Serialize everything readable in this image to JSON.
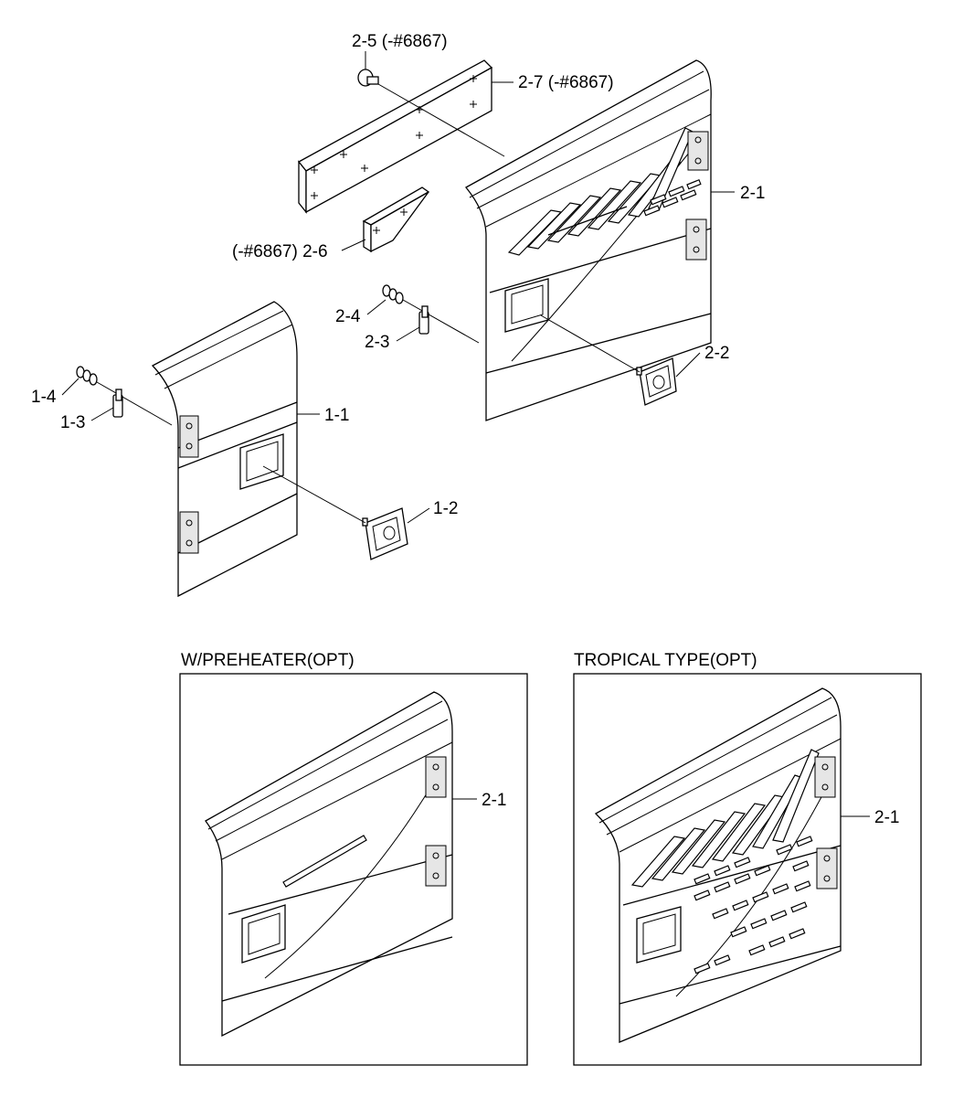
{
  "callouts": {
    "c_2_5": "2-5 (-#6867)",
    "c_2_7": "2-7 (-#6867)",
    "c_2_1": "2-1",
    "c_2_6": "(-#6867) 2-6",
    "c_2_4": "2-4",
    "c_2_3": "2-3",
    "c_2_2": "2-2",
    "c_1_4": "1-4",
    "c_1_3": "1-3",
    "c_1_1": "1-1",
    "c_1_2": "1-2"
  },
  "insets": {
    "preheater": {
      "title": "W/PREHEATER(OPT)",
      "callout": "2-1"
    },
    "tropical": {
      "title": "TROPICAL TYPE(OPT)",
      "callout": "2-1"
    }
  }
}
